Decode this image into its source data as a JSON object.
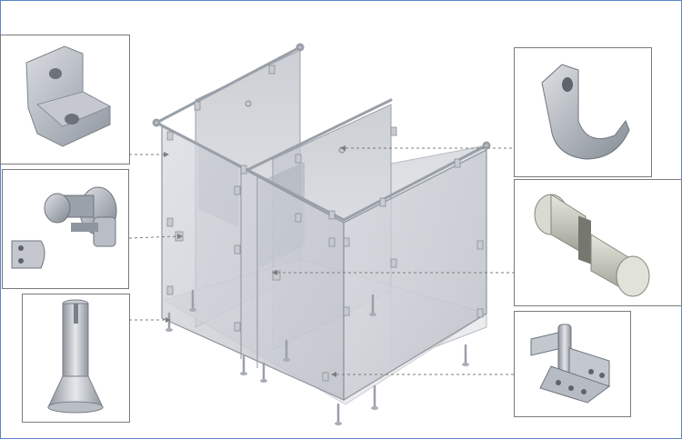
{
  "title": "",
  "colors": {
    "frame": "#5b86c8",
    "panel_fill": "#c9cdd4",
    "panel_stroke": "#8f949c",
    "metal": "#b9bec6",
    "callout": "#7d7d7d"
  },
  "callouts": [
    {
      "part": "angle-bracket",
      "side": "left"
    },
    {
      "part": "door-lock",
      "side": "left"
    },
    {
      "part": "adjustable-leg",
      "side": "left"
    },
    {
      "part": "coat-hook",
      "side": "right"
    },
    {
      "part": "door-knob",
      "side": "right"
    },
    {
      "part": "door-hinge",
      "side": "right"
    }
  ],
  "icons": [
    "angle-bracket-icon",
    "door-lock-icon",
    "adjustable-leg-icon",
    "coat-hook-icon",
    "door-knob-icon",
    "door-hinge-icon"
  ]
}
